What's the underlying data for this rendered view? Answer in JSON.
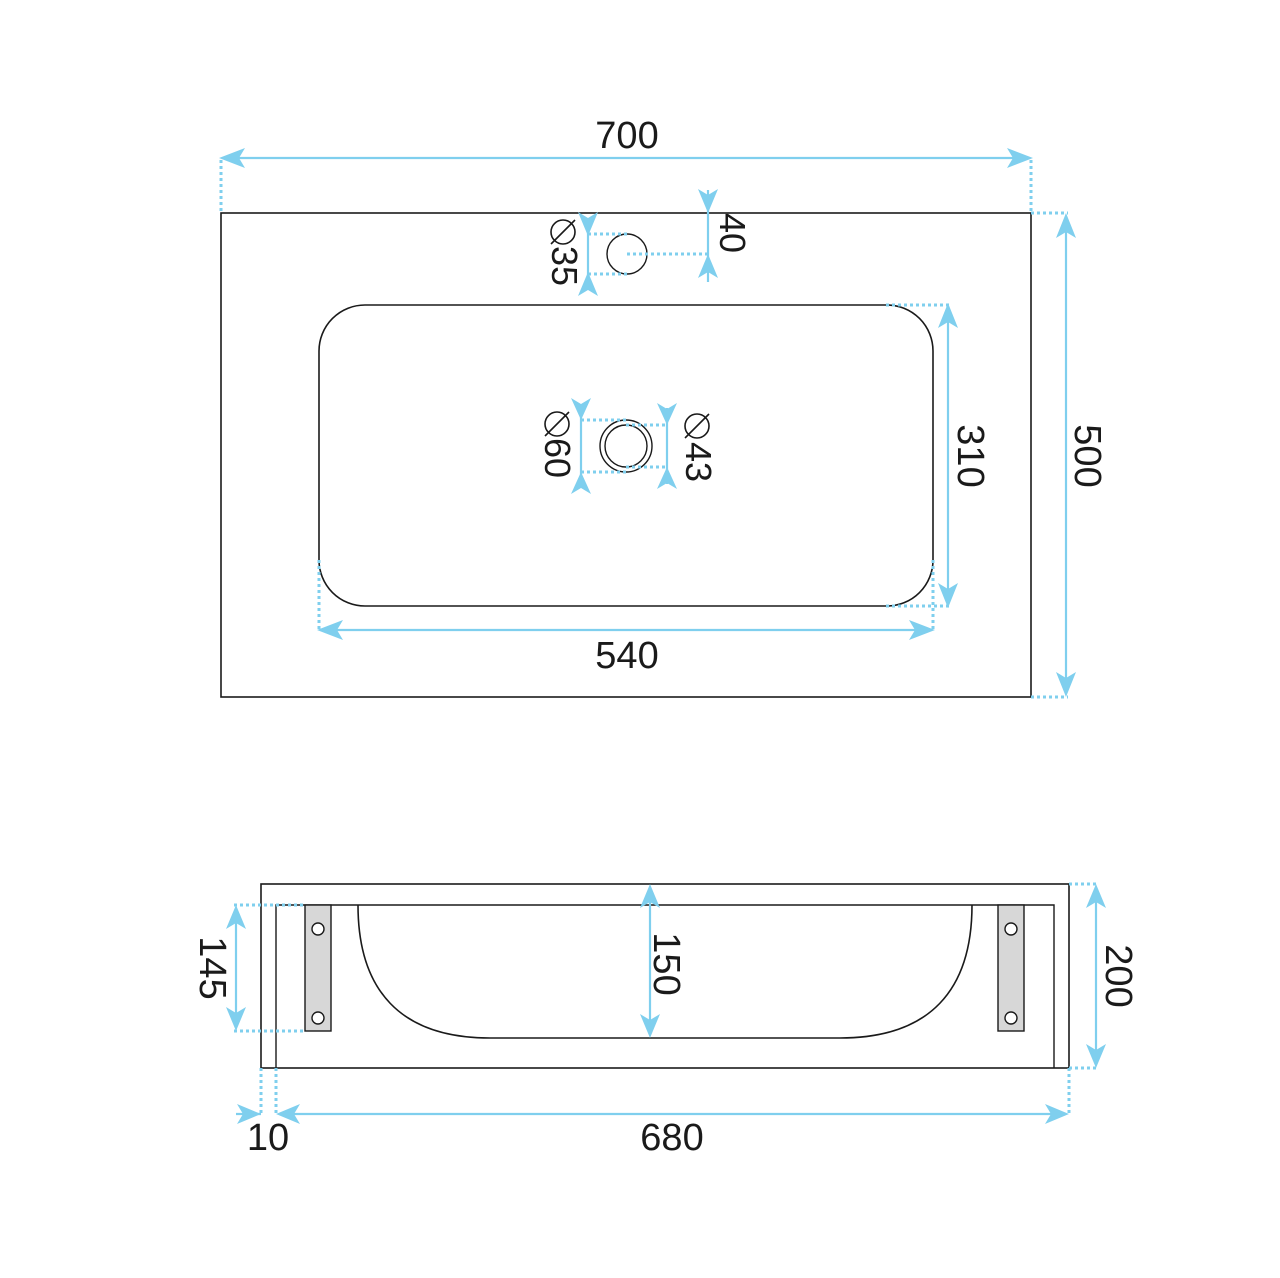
{
  "top_view": {
    "overall_width": "700",
    "overall_depth": "500",
    "basin_width": "540",
    "basin_depth": "310",
    "tap_hole_diameter": "35",
    "tap_hole_offset": "40",
    "drain_outer_diameter": "60",
    "drain_inner_diameter": "43"
  },
  "front_view": {
    "total_height": "200",
    "basin_height": "150",
    "bracket_height": "145",
    "inner_width": "680",
    "side_offset": "10"
  },
  "colors": {
    "dimension_line": "#7fcfee",
    "outline": "#1a1a1a",
    "bracket_fill": "#d7d7d7"
  }
}
